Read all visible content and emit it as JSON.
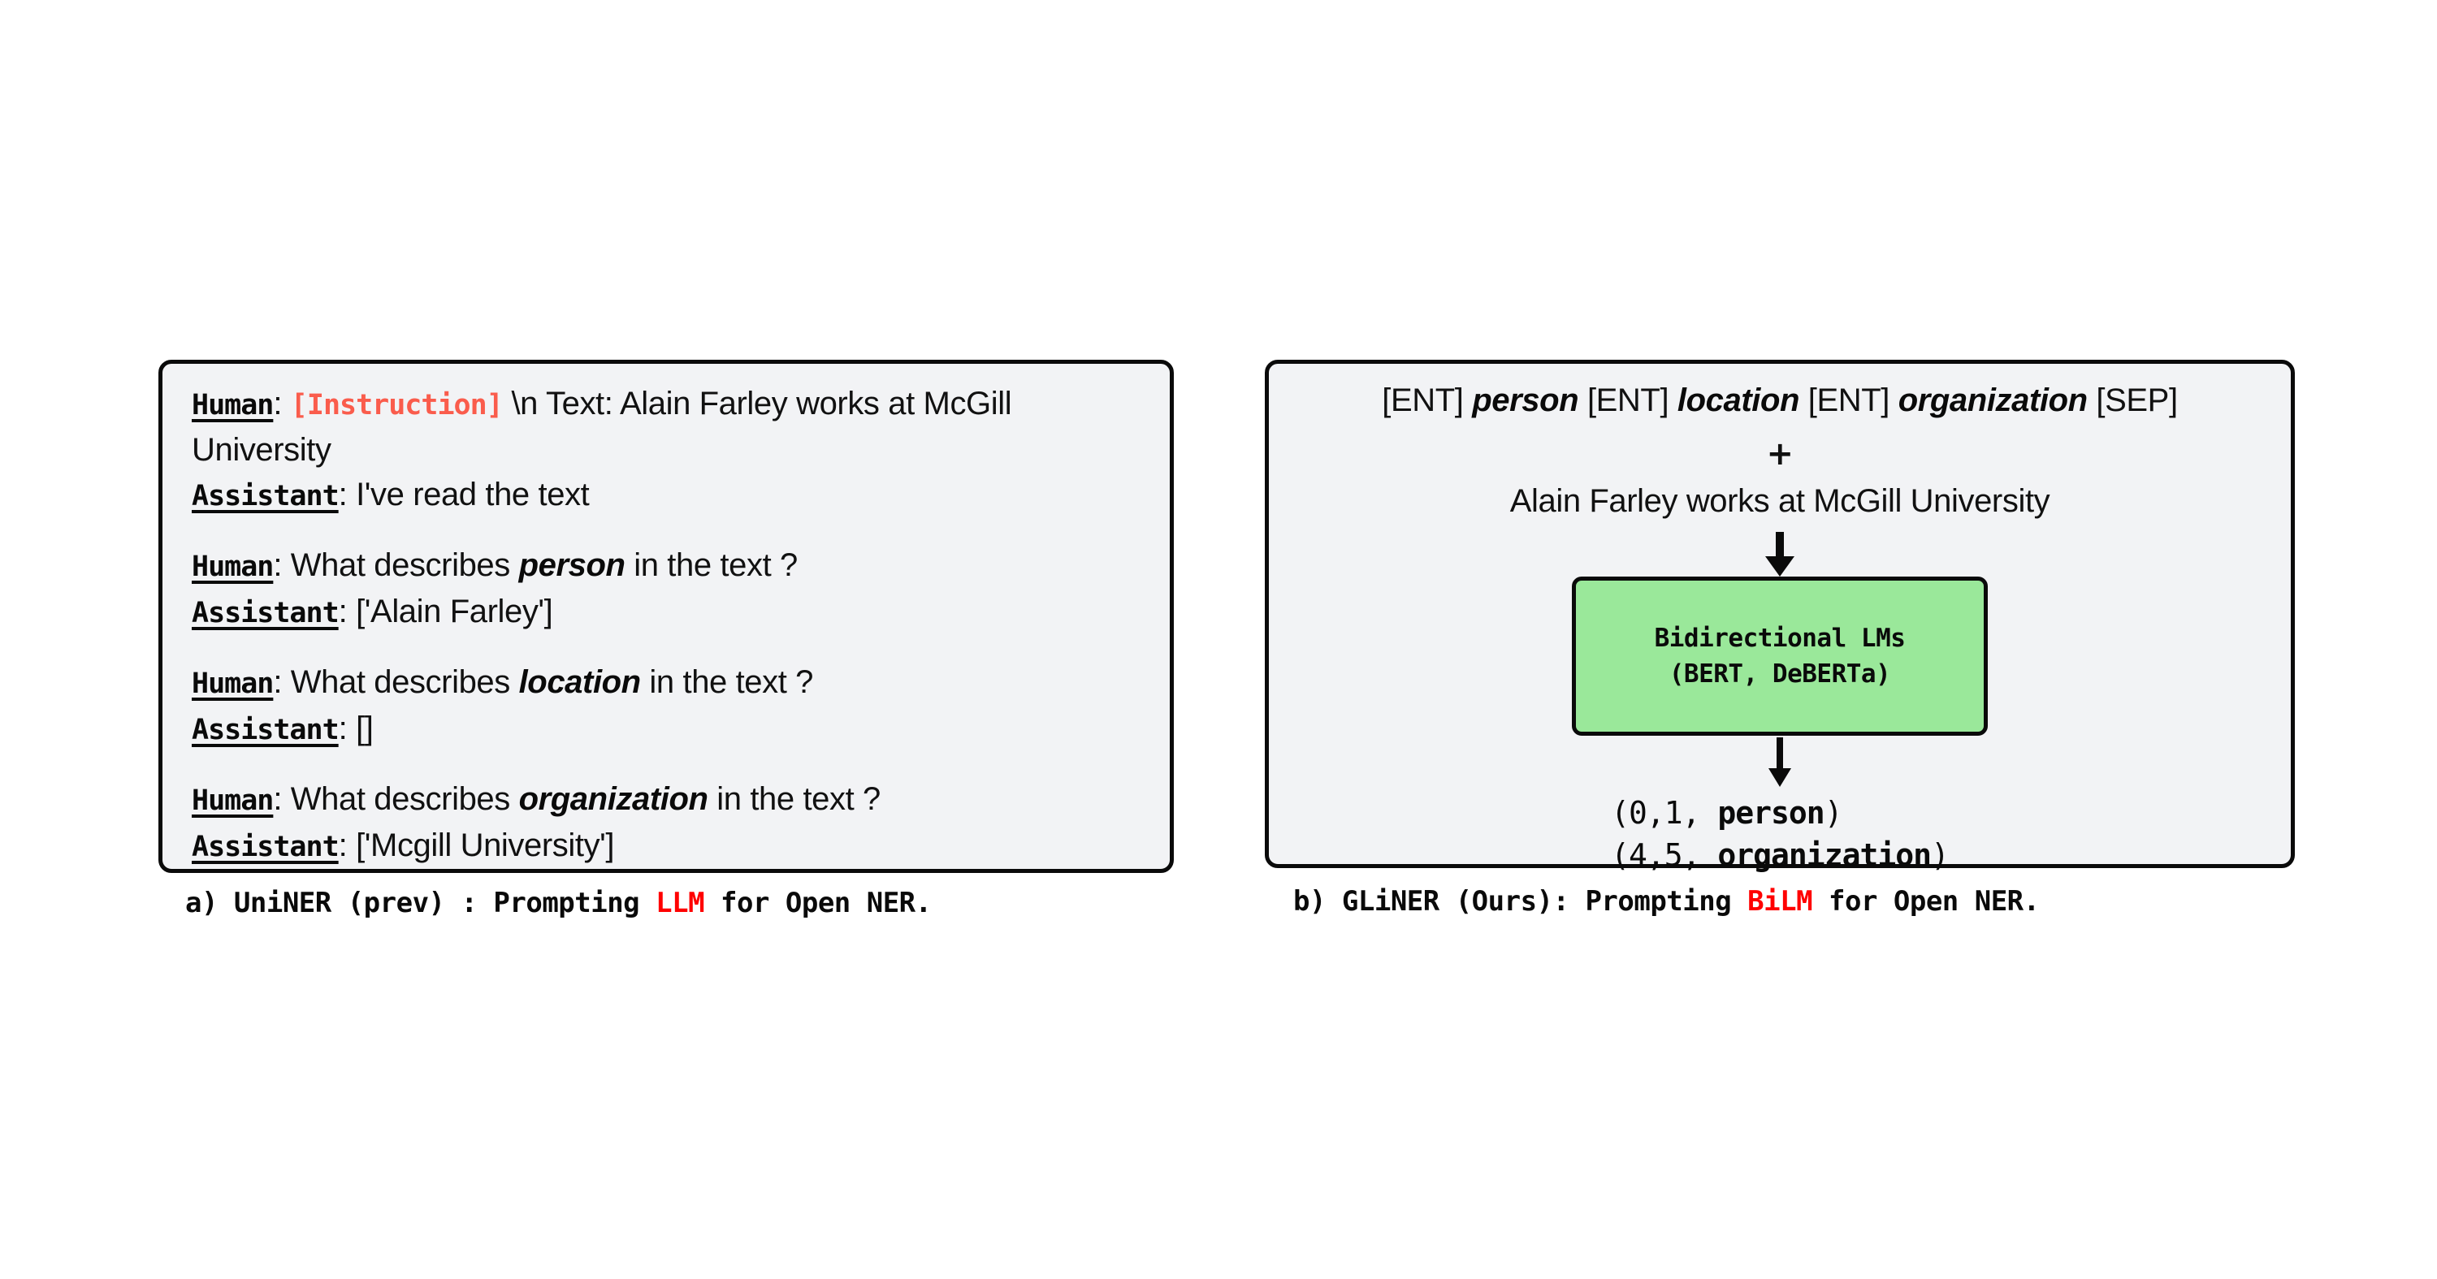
{
  "figure": {
    "background_color": "#ffffff",
    "panel_fill": "#f2f3f5",
    "panel_border_color": "#0a0a0a",
    "accent_red": "#ff0000",
    "instruction_red": "#fa5c4c",
    "model_box_green": "#9ae89a"
  },
  "left_panel": {
    "caption": {
      "prefix": "a) UniNER (prev) : Prompting ",
      "highlight": "LLM",
      "suffix": " for Open NER."
    },
    "turns": [
      {
        "role": "Human",
        "colon": ":",
        "instruction_tag": "[Instruction]",
        "text": " \\n Text: Alain Farley works at McGill University"
      },
      {
        "role": "Assistant",
        "colon": ":",
        "text": " I've read the text"
      },
      {
        "role": "Human",
        "colon": ":",
        "text_before": " What describes ",
        "entity": "person",
        "text_after": " in the text ?"
      },
      {
        "role": "Assistant",
        "colon": ":",
        "text": " ['Alain Farley']"
      },
      {
        "role": "Human",
        "colon": ":",
        "text_before": " What describes ",
        "entity": "location",
        "text_after": " in the text ?"
      },
      {
        "role": "Assistant",
        "colon": ":",
        "text": " []"
      },
      {
        "role": "Human",
        "colon": ":",
        "text_before": " What describes ",
        "entity": "organization",
        "text_after": " in the text ?"
      },
      {
        "role": "Assistant",
        "colon": ":",
        "text": " ['Mcgill University']"
      }
    ]
  },
  "right_panel": {
    "caption": {
      "prefix": "b) GLiNER (Ours): Prompting ",
      "highlight": "BiLM",
      "suffix": " for Open NER."
    },
    "schema": {
      "ent_token_1": "[ENT]",
      "entity_1": "person",
      "ent_token_2": "[ENT]",
      "entity_2": "location",
      "ent_token_3": "[ENT]",
      "entity_3": "organization",
      "sep_token": "[SEP]"
    },
    "plus": "+",
    "sentence": "Alain Farley works at McGill University",
    "model_box": {
      "line1": "Bidirectional LMs",
      "line2": "(BERT, DeBERTa)"
    },
    "outputs": [
      {
        "span": "(0,1, ",
        "label": "person",
        "close": ")"
      },
      {
        "span": "(4,5, ",
        "label": "organization",
        "close": ")"
      }
    ]
  }
}
